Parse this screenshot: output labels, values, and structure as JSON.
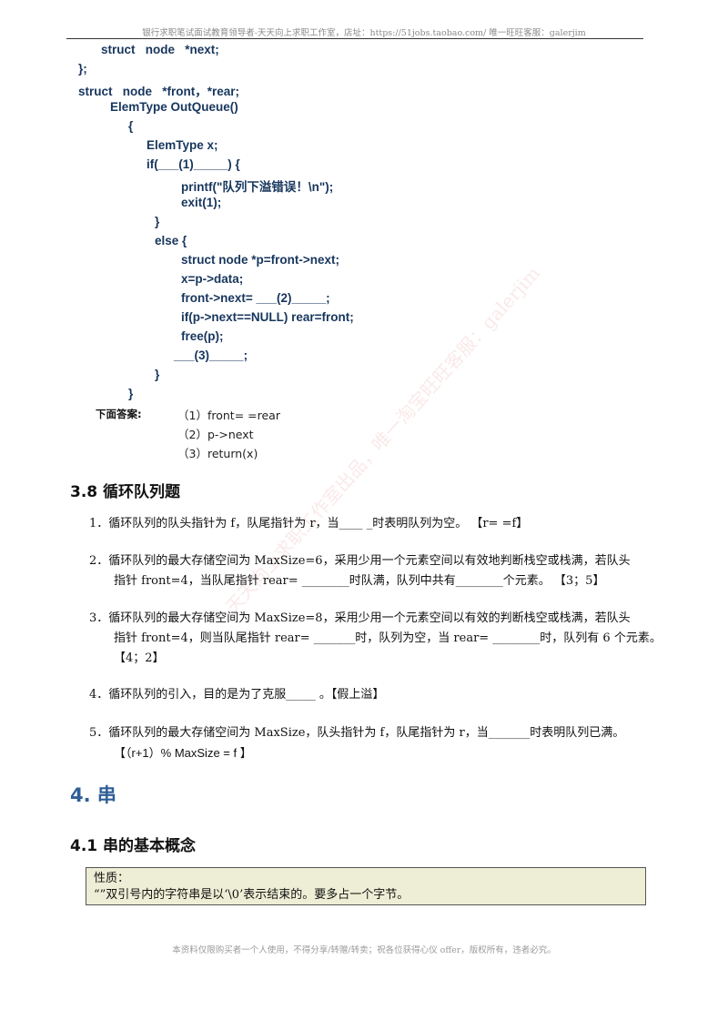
{
  "header": {
    "text": "银行求职笔试面试教育领导者-天天向上求职工作室，店址：https://51jobs.taobao.com/  唯一旺旺客服：galerjim"
  },
  "code_lines": [
    "struct   node   *next;",
    "};",
    "struct   node   *front，*rear;",
    "ElemType OutQueue()",
    "{",
    "ElemType x;",
    "if(___(1)_____) {",
    "printf(\"队列下溢错误！\\n\");",
    "exit(1);",
    "}",
    "else {",
    "struct node *p=front->next;",
    "x=p->data;",
    "front->next= ___(2)_____;",
    "if(p->next==NULL) rear=front;",
    "free(p);",
    "___(3)_____;",
    "}",
    "}"
  ],
  "answers": {
    "label": "下面答案:",
    "items": [
      "（1）front= =rear",
      "（2）p->next",
      "（3）return(x)"
    ]
  },
  "section_3_8": {
    "title": "3.8  循环队列题",
    "questions": [
      {
        "line1": "1．循环队列的队头指针为 f，队尾指针为 r，当____ _时表明队列为空。      【r= =f】",
        "line2": ""
      },
      {
        "line1": "2．循环队列的最大存储空间为  MaxSize=6，采用少用一个元素空间以有效地判断栈空或栈满，若队头",
        "line2": "指针 front=4，当队尾指针 rear= ________时队满，队列中共有________个元素。     【3；5】"
      },
      {
        "line1": "3．循环队列的最大存储空间为  MaxSize=8，采用少用一个元素空间以有效的判断栈空或栈满，若队头",
        "line2": "指针 front=4，则当队尾指针 rear= _______时，队列为空，当 rear= ________时，队列有 6 个元素。",
        "line3": "【4；2】"
      },
      {
        "line1": "4．循环队列的引入，目的是为了克服_____ 。【假上溢】",
        "line2": ""
      },
      {
        "line1": "5．循环队列的最大存储空间为 MaxSize，队头指针为 f，队尾指针为 r，当_______时表明队列已满。",
        "line2": "【（r+1）% MaxSize = f  】"
      }
    ]
  },
  "chapter_4": {
    "title": "4.  串"
  },
  "section_4_1": {
    "title": "4.1  串的基本概念",
    "box_line1": "性质：",
    "box_line2": "“”双引号内的字符串是以‘\\0’表示结束的。要多占一个字节。"
  },
  "footer": {
    "text": "本资料仅限购买者一个人使用，不得分享/转赠/转卖；祝各位获得心仪 offer，版权所有，违者必究。"
  },
  "watermark": {
    "text": "天天向上求职工作室出品，唯一淘宝旺旺客服：galerjim"
  }
}
